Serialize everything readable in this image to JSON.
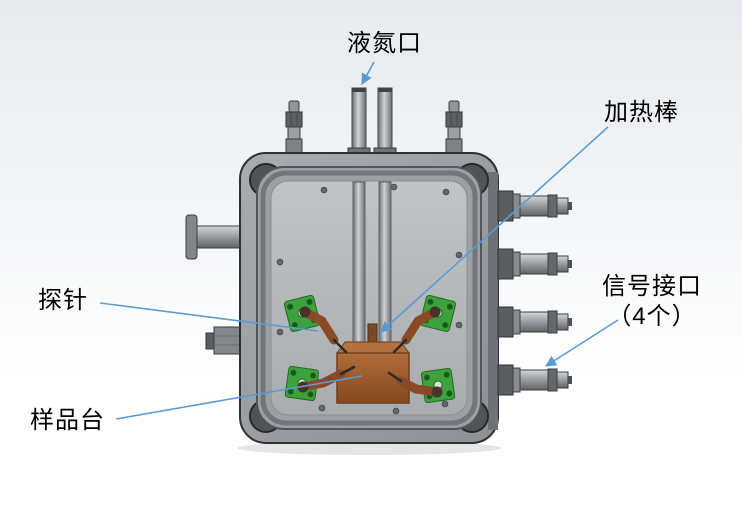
{
  "labels": {
    "liquid_nitrogen_port": "液氮口",
    "heating_rod": "加热棒",
    "probe": "探针",
    "signal_interface": "信号接口",
    "signal_interface_count": "（4个）",
    "sample_stage": "样品台"
  },
  "colors": {
    "leader_line": "#5b9bd5",
    "chamber_gray": "#9aa0a4",
    "panel_gray": "#b6babd",
    "pcb_green": "#3da23d",
    "stage_brown": "#a05a2c",
    "background_top": "#e6eaee"
  }
}
